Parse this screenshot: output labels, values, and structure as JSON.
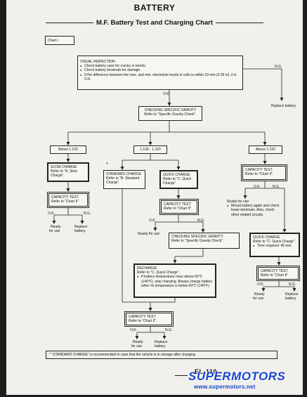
{
  "header": {
    "title": "BATTERY",
    "subtitle": "M.F. Battery Test and Charging Chart"
  },
  "chart_ref": "Chart I",
  "visual_inspection": {
    "title": "VISUAL INSPECTION",
    "items": [
      "Check battery case for cracks or bends.",
      "Check battery terminals for damage.",
      "If the difference between the max. and min. electrolyte levels in cells is within 10 mm (0.39 in), it is O.K."
    ]
  },
  "specific_gravity": {
    "title": "CHECKING SPECIFIC GRAVITY",
    "ref": "Refer to \"Specific Gravity Check\"."
  },
  "ranges": {
    "below": "Below 1.100",
    "mid": "1.100 - 1.220",
    "above": "Above 1.220"
  },
  "slow_charge": {
    "title": "SLOW CHARGE",
    "ref": "Refer to \"A. Slow Charge\"."
  },
  "standard_charge": {
    "title": "STANDARD CHARGE",
    "ref": "Refer to \"B. Standard Charge\"."
  },
  "quick_charge_1": {
    "title": "QUICK CHARGE",
    "ref": "Refer to \"C. Quick Charge\"."
  },
  "capacity_test_left": {
    "title": "CAPACITY TEST",
    "ref": "Refer to \"Chart II\"."
  },
  "capacity_test_mid": {
    "title": "CAPACITY TEST",
    "ref": "Refer to \"Chart II\"."
  },
  "capacity_test_right_top": {
    "title": "CAPACITY TEST",
    "ref": "Refer to \"Chart II\"."
  },
  "capacity_test_right_bottom": {
    "title": "CAPACITY TEST",
    "ref": "Refer to \"Chart II\"."
  },
  "capacity_test_bottom": {
    "title": "CAPACITY TEST",
    "ref": "Refer to \"Chart II\"."
  },
  "specific_gravity_2": {
    "title": "CHECKING SPECIFIC GRAVITY",
    "ref": "Refer to \"Specific Gravity Check\"."
  },
  "recharge": {
    "title": "RECHARGE",
    "ref": "Refer to \"C. Quick Charge\".",
    "note": "If battery temperature rises above 60°C (140°F), stop charging. Always charge battery when its temperature is below 60°C (140°F)."
  },
  "quick_charge_2": {
    "title": "QUICK CHARGE",
    "ref": "Refer to \"C. Quick Charge\".",
    "note": "Time required: 45 min."
  },
  "right_ready_note": {
    "head": "Ready for use",
    "item": "Mount battery again and check loose terminals. Also, check other related circuits."
  },
  "labels": {
    "ok": "O.K.",
    "ng": "N.G.",
    "replace_battery": "Replace battery.",
    "replace": "Replace",
    "battery": "battery.",
    "ready": "Ready",
    "for_use": "for use",
    "ready_for_use": "Ready for use"
  },
  "footnote": "* \"STANDARD CHARGE\" is recommended in case that the vehicle is in storage after charging.",
  "asterisk": "*",
  "page_number": "EL-110",
  "watermark": {
    "brand": "SUPERMOTORS",
    "url": "www.supermotors.net"
  }
}
